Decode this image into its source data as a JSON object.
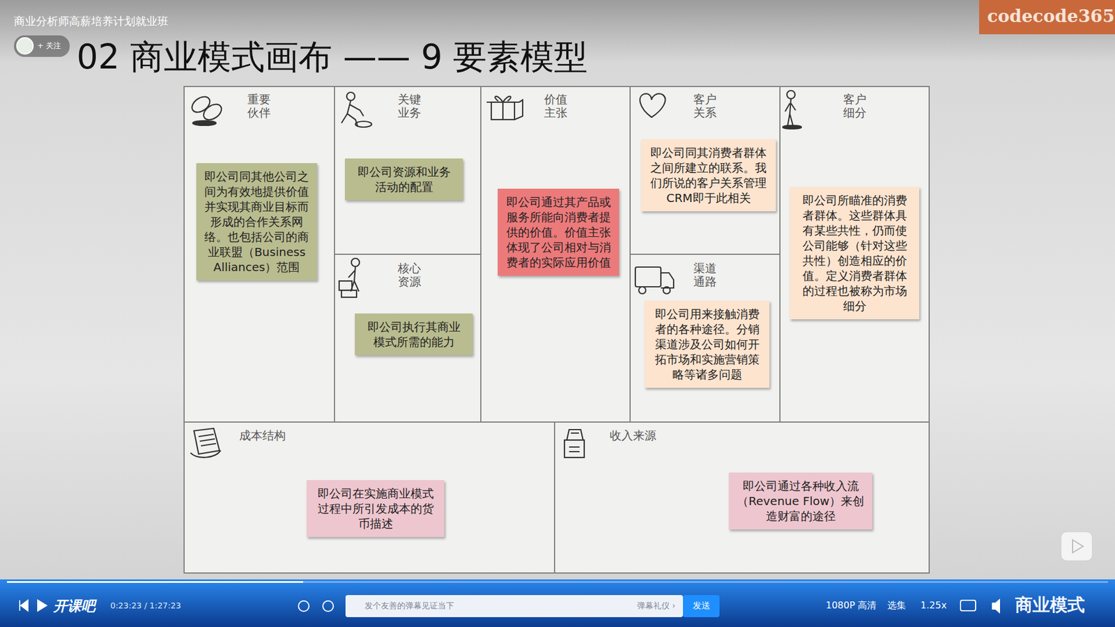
{
  "diagram": {
    "title": "02 商业模式画布 —— 9 要素模型",
    "nodes": [
      {
        "text": [
          "重要伙伴"
        ]
      },
      {
        "text": [
          "即公司同其他公司之间为有效地提供价值并实现其商业目标而形成的合作关系网络。也包括公司的商业联盟（Business Alliances）范围"
        ],
        "in": 0
      },
      {
        "text": [
          "关键业务"
        ]
      },
      {
        "text": [
          "即公司资源和业务活动的配置"
        ],
        "in": 2
      },
      {
        "text": [
          "核心资源"
        ]
      },
      {
        "text": [
          "即公司执行其商业模式所需的能力"
        ],
        "in": 4
      },
      {
        "text": [
          "价值主张"
        ]
      },
      {
        "text": [
          "即公司通过其产品或服务所能向消费者提供的价值。价值主张体现了公司相对与消费者的实际应用价值"
        ],
        "in": 6
      },
      {
        "text": [
          "客户关系"
        ]
      },
      {
        "text": [
          "即公司同其消费者群体之间所建立的联系。我们所说的客户关系管理CRM即于此相关"
        ],
        "in": 8
      },
      {
        "text": [
          "渠道通路"
        ]
      },
      {
        "text": [
          "即公司用来接触消费者的各种途径。分销渠道涉及公司如何开拓市场和实施营销策略等诸多问题"
        ],
        "in": 10
      },
      {
        "text": [
          "客户细分"
        ]
      },
      {
        "text": [
          "即公司所瞄准的消费者群体。这些群体具有某些共性，仍而使公司能够（针对这些共性）创造相应的价值。定义消费者群体的过程也被称为市场细分"
        ],
        "in": 12
      },
      {
        "text": [
          "成本结构"
        ]
      },
      {
        "text": [
          "即公司在实施商业模式过程中所引发成本的货币描述"
        ],
        "in": 14
      },
      {
        "text": [
          "收入来源"
        ]
      },
      {
        "text": [
          "即公司通过各种收入流（Revenue Flow）来创造财富的途径"
        ],
        "in": 16
      }
    ],
    "labels": [
      "商业分析师高薪培养计划就业班",
      "+ 关注",
      "codecode365",
      "开课吧",
      "0:23:23 / 1:27:23",
      "发个友善的弹幕见证当下",
      "弹幕礼仪 ›",
      "发送",
      "1080P 高清",
      "选集",
      "1.25x",
      "商业模式"
    ]
  }
}
